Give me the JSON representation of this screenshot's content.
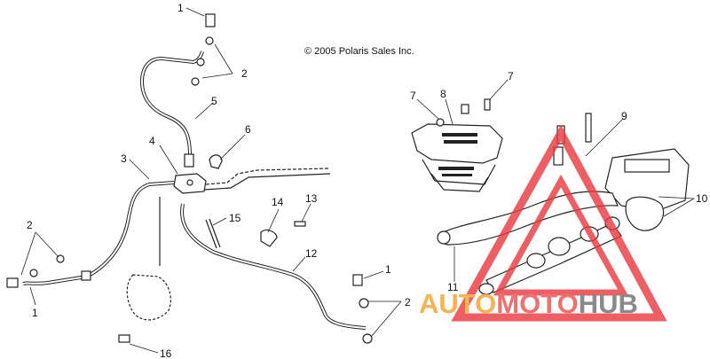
{
  "copyright": "© 2005 Polaris Sales Inc.",
  "callouts": [
    "1",
    "2",
    "3",
    "4",
    "5",
    "6",
    "2",
    "1",
    "7",
    "8",
    "7",
    "9",
    "10",
    "11",
    "13",
    "14",
    "15",
    "12",
    "1",
    "2",
    "16"
  ],
  "watermark": {
    "part1": "AUTO",
    "part2": "MOTO",
    "part3": "HUB",
    "colors": {
      "auto": "#f4b455",
      "moto": "#ef7070",
      "hub": "#8a8a8a",
      "triangle": "#e8393f"
    }
  }
}
